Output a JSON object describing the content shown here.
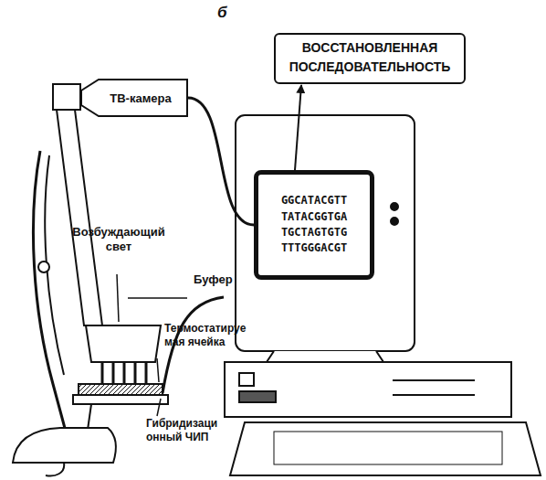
{
  "diagram": {
    "nodes": [
      {
        "text": [
          "ВОССТАНОВЛЕННАЯ ПОСЛЕДОВАТЕЛЬНОСТЬ"
        ]
      },
      {
        "text": [
          "ТВ-камера"
        ]
      },
      {
        "text": [
          "GGCATACGTT TATACGGTGA TGCTAGTGTG TTTGGGACGT"
        ]
      }
    ],
    "edges": [
      {
        "from": 2,
        "to": 0,
        "arrow": "to"
      },
      {
        "from": 1,
        "to": 2,
        "arrow": "none"
      }
    ],
    "labels": [
      "б",
      "Возбуждающий свет",
      "Буфер",
      "Термостатируе мая ячейка",
      "Гибридизаци онный ЧИП"
    ]
  }
}
